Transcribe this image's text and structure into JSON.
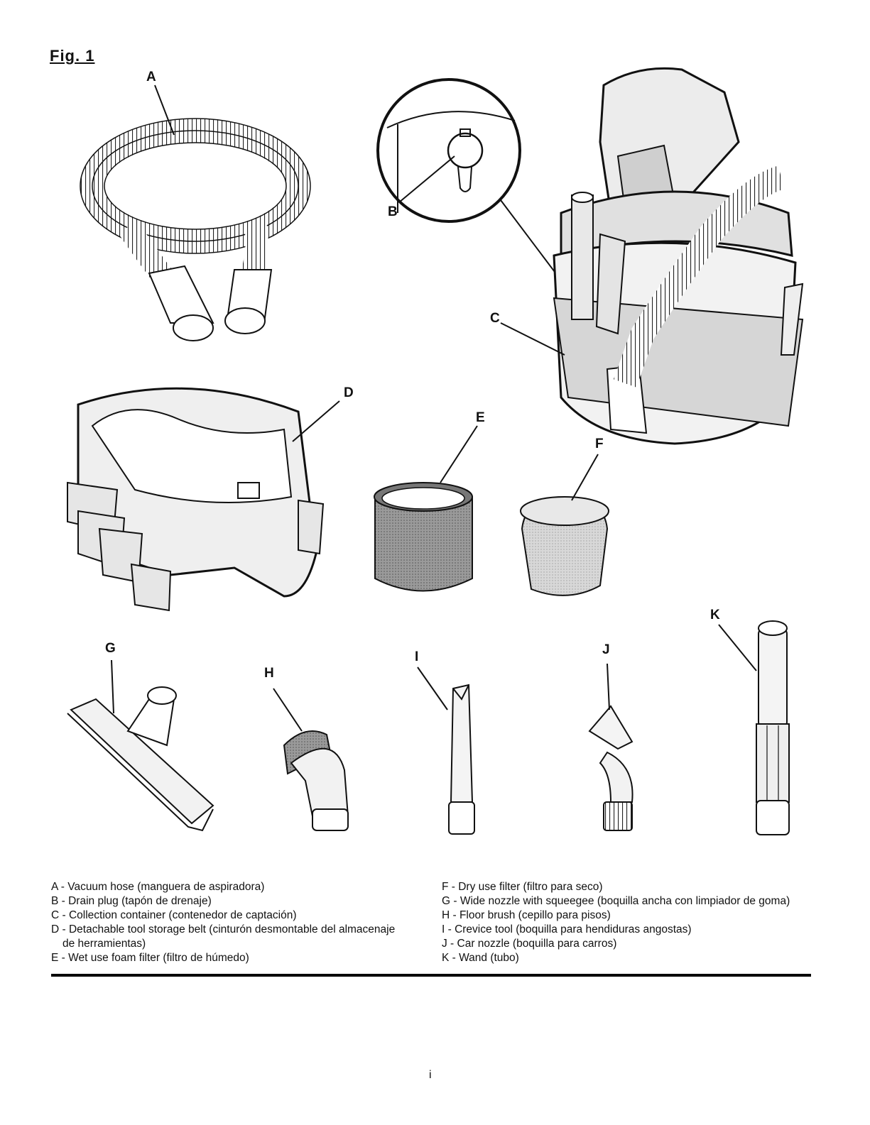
{
  "figure": {
    "title": "Fig. 1"
  },
  "callouts": [
    "A",
    "B",
    "C",
    "D",
    "E",
    "F",
    "G",
    "H",
    "I",
    "J",
    "K"
  ],
  "legend": {
    "left": [
      "A - Vacuum hose (manguera de aspiradora)",
      "B - Drain plug (tapón de drenaje)",
      "C - Collection container (contenedor de captación)",
      "D - Detachable tool storage belt (cinturón desmontable del almacenaje",
      "de herramientas)",
      "E - Wet use foam filter (filtro de húmedo)"
    ],
    "right": [
      "F - Dry use filter (filtro para seco)",
      "G - Wide nozzle with squeegee (boquilla ancha con limpiador de goma)",
      "H - Floor brush (cepillo para pisos)",
      "I  - Crevice tool (boquilla para hendiduras angostas)",
      "J - Car nozzle (boquilla para carros)",
      "K - Wand (tubo)"
    ]
  },
  "page_number": "i"
}
